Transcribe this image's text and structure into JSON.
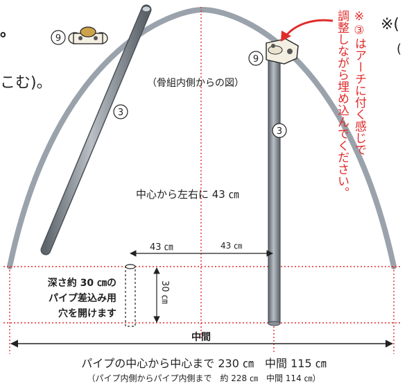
{
  "frag": {
    "dot": "。",
    "top_right": "※(",
    "right_paren": "(",
    "kom": "こむ)。"
  },
  "view_caption": "（骨組内側からの図）",
  "part_no": {
    "pipe": "3",
    "clip": "9"
  },
  "center_note": "中心から左右に 43 ㎝",
  "dim_left": "43 ㎝",
  "dim_right": "43 ㎝",
  "dim_depth": "30 ㎝",
  "hole_note": [
    "深さ約 30 ㎝の",
    "パイプ差込み用",
    "穴を開けます"
  ],
  "middle_label": "中間",
  "bottom_main": "パイプの中心から中心まで 230 ㎝　中間 115 ㎝",
  "bottom_sub": "（パイプ内側からパイプ内側まで　約 228 ㎝　中間 114 ㎝）",
  "red_note": {
    "col1": "※③はアーチに付く感じで",
    "col2": "調整しながら埋め込んでください。"
  },
  "colors": {
    "red": "#e02b2b",
    "pipe": "#8a9097",
    "arch": "#9aa2ab"
  }
}
